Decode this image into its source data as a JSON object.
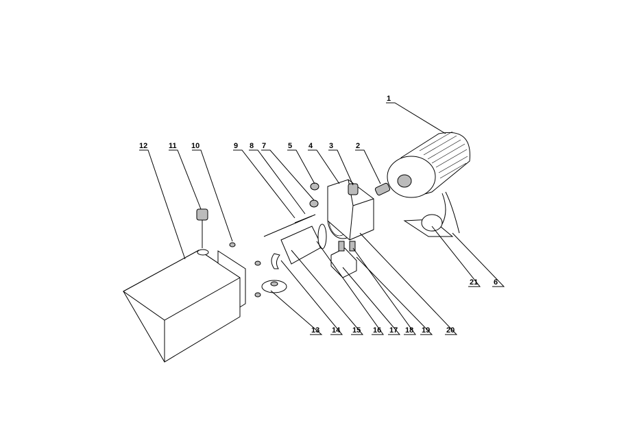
{
  "diagram": {
    "type": "exploded-parts-diagram",
    "callouts": [
      "1",
      "2",
      "3",
      "4",
      "5",
      "6",
      "7",
      "8",
      "9",
      "10",
      "11",
      "12",
      "13",
      "14",
      "15",
      "16",
      "17",
      "18",
      "19",
      "20",
      "21"
    ]
  }
}
